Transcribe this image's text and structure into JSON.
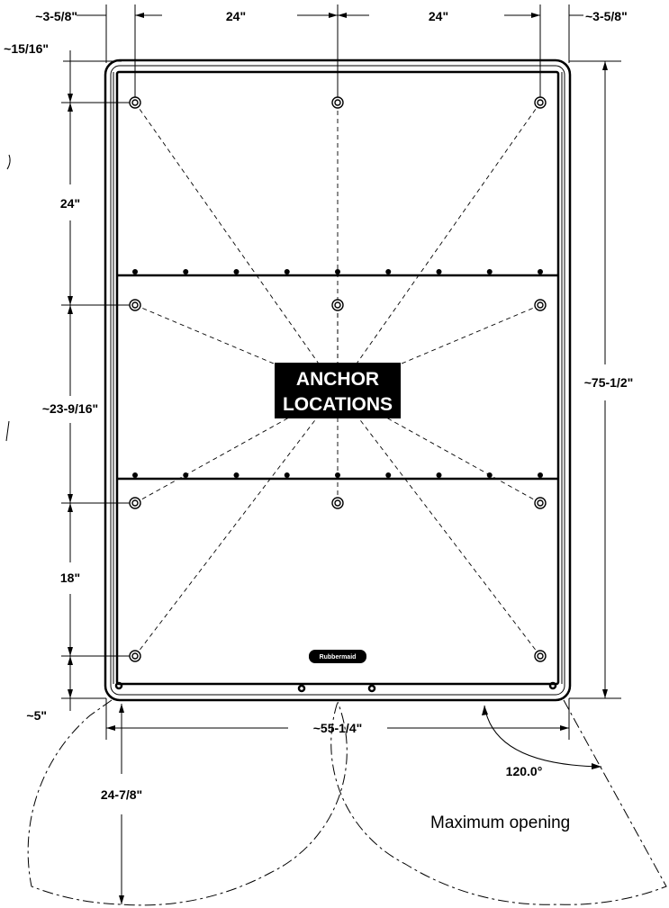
{
  "dimensions": {
    "left_offset": "~3-5/8\"",
    "right_offset": "~3-5/8\"",
    "top_span_left": "24\"",
    "top_span_right": "24\"",
    "top_inset": "~15/16\"",
    "upper_shelf_spacing": "24\"",
    "middle_shelf_spacing": "~23-9/16\"",
    "lower_shelf_spacing": "18\"",
    "bottom_offset": "~5\"",
    "overall_height": "~75-1/2\"",
    "overall_width": "~55-1/4\"",
    "door_swing": "24-7/8\"",
    "opening_angle": "120.0°"
  },
  "labels": {
    "anchor_line1": "ANCHOR",
    "anchor_line2": "LOCATIONS",
    "max_opening": "Maximum opening",
    "brand": "Rubbermaid"
  }
}
